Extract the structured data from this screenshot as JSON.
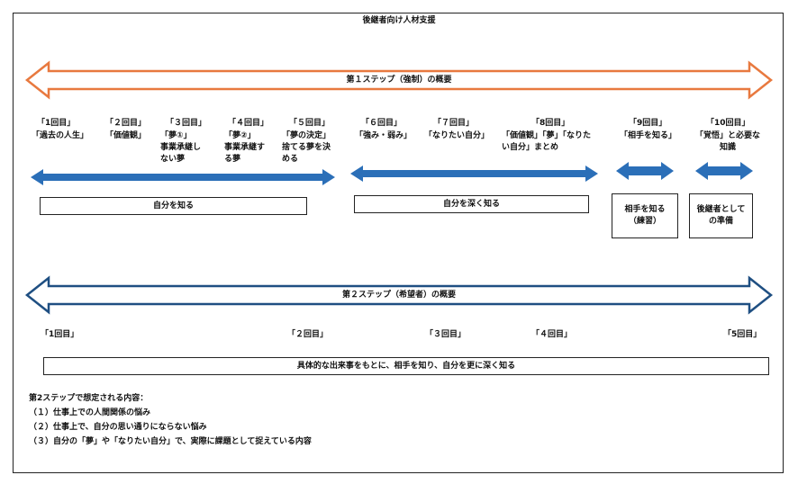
{
  "document": {
    "title": "後継者向け人材支援"
  },
  "step1": {
    "title": "第１ステップ（強制）の概要",
    "sessions": [
      {
        "label": "「1回目」",
        "desc": "「過去の人生」"
      },
      {
        "label": "「２回目」",
        "desc": "「価値観」"
      },
      {
        "label": "「３回目」",
        "desc": "「夢①」\n事業承継し\nない夢"
      },
      {
        "label": "「４回目」",
        "desc": "「夢②」\n事業承継す\nる夢"
      },
      {
        "label": "「５回目」",
        "desc": "「夢の決定」\n捨てる夢を決\nめる"
      },
      {
        "label": "「６回目」",
        "desc": "「強み・弱み」"
      },
      {
        "label": "「７回目」",
        "desc": "「なりたい自分」"
      },
      {
        "label": "「8回目」",
        "desc": "「価値観」「夢」「なりた\nい自分」まとめ"
      },
      {
        "label": "「9回目」",
        "desc": "「相手を知る」"
      },
      {
        "label": "「10回目」",
        "desc": "「覚悟」と必要な\n知識"
      }
    ],
    "phases": [
      {
        "label": "自分を知る"
      },
      {
        "label": "自分を深く知る"
      },
      {
        "label": "相手を知る\n（練習）"
      },
      {
        "label": "後継者として\nの準備"
      }
    ]
  },
  "step2": {
    "title": "第２ステップ（希望者）の概要",
    "sessions": [
      "「1回目」",
      "「２回目」",
      "「３回目」",
      "「４回目」",
      "「5回目」"
    ],
    "summary": "具体的な出来事をもとに、相手を知り、自分を更に深く知る"
  },
  "notes": {
    "heading": "第2ステップで想定される内容：",
    "items": [
      "（１）仕事上での人間関係の悩み",
      "（２）仕事上で、自分の思い通りにならない悩み",
      "（３）自分の「夢」や「なりたい自分」で、実際に課題として捉えている内容"
    ]
  },
  "colors": {
    "step1_arrow": "#e8793f",
    "phase_arrow": "#2b6fb8",
    "step2_arrow": "#1f4f82"
  }
}
